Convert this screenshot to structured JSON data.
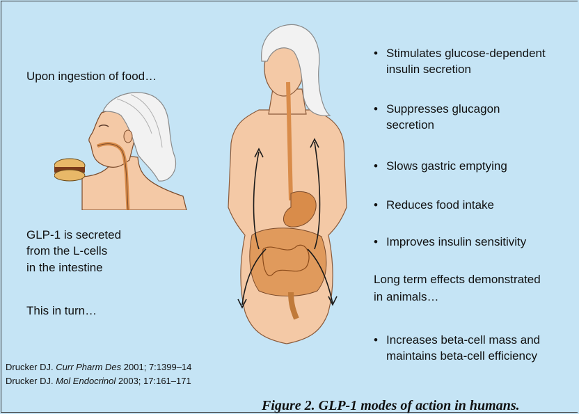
{
  "left_panel": {
    "ingestion_text": "Upon ingestion of food…",
    "secretion_lines": [
      "GLP-1 is secreted",
      "from the L-cells",
      "in the intestine"
    ],
    "turn_text": "This in turn…"
  },
  "effects": {
    "items": [
      {
        "lines": [
          "Stimulates glucose-dependent",
          "insulin secretion"
        ]
      },
      {
        "lines": [
          "Suppresses glucagon",
          "secretion"
        ]
      },
      {
        "lines": [
          "Slows gastric emptying"
        ]
      },
      {
        "lines": [
          "Reduces food intake"
        ]
      },
      {
        "lines": [
          "Improves insulin sensitivity"
        ]
      }
    ],
    "long_term_lines": [
      "Long term effects demonstrated",
      "in animals…"
    ],
    "long_term_items": [
      {
        "lines": [
          "Increases beta-cell mass and",
          "maintains beta-cell efficiency"
        ]
      }
    ]
  },
  "references": [
    {
      "author": "Drucker DJ.",
      "journal": "Curr Pharm Des",
      "details": "2001; 7:1399–14"
    },
    {
      "author": "Drucker DJ.",
      "journal": "Mol Endocrinol",
      "details": "2003; 17:161–171"
    }
  ],
  "caption": "Figure 2. GLP-1 modes of action in humans.",
  "bullet_char": "•",
  "colors": {
    "background": "#c5e4f5",
    "skin": "#f4c9a6",
    "hair": "#f2f2f2",
    "digestive": "#d98c4a",
    "arrow": "#1a1a1a"
  }
}
